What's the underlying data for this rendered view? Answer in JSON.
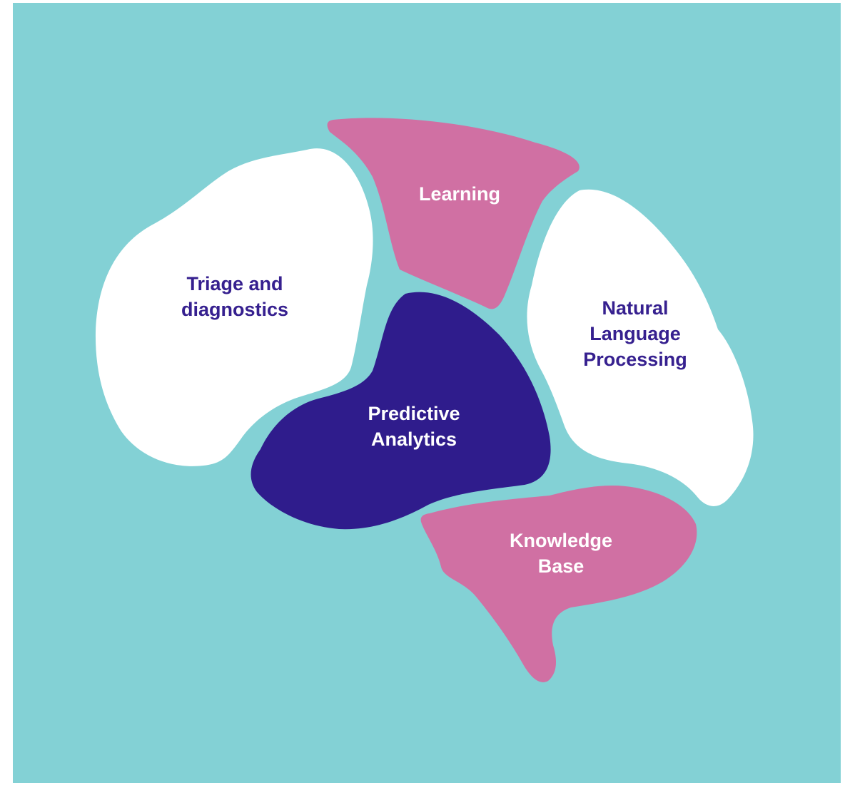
{
  "colors": {
    "background": "#83D1D5",
    "frame": "#FFFFFF",
    "pink": "#D070A3",
    "navy": "#2F1C8C",
    "white": "#FFFFFF",
    "navy_text": "#36208F",
    "white_text": "#FFFFFF"
  },
  "lobes": {
    "triage": {
      "lines": [
        "Triage and",
        "diagnostics"
      ]
    },
    "learning": {
      "lines": [
        "Learning"
      ]
    },
    "nlp": {
      "lines": [
        "Natural",
        "Language",
        "Processing"
      ]
    },
    "predictive": {
      "lines": [
        "Predictive",
        "Analytics"
      ]
    },
    "knowledge": {
      "lines": [
        "Knowledge",
        "Base"
      ]
    }
  }
}
